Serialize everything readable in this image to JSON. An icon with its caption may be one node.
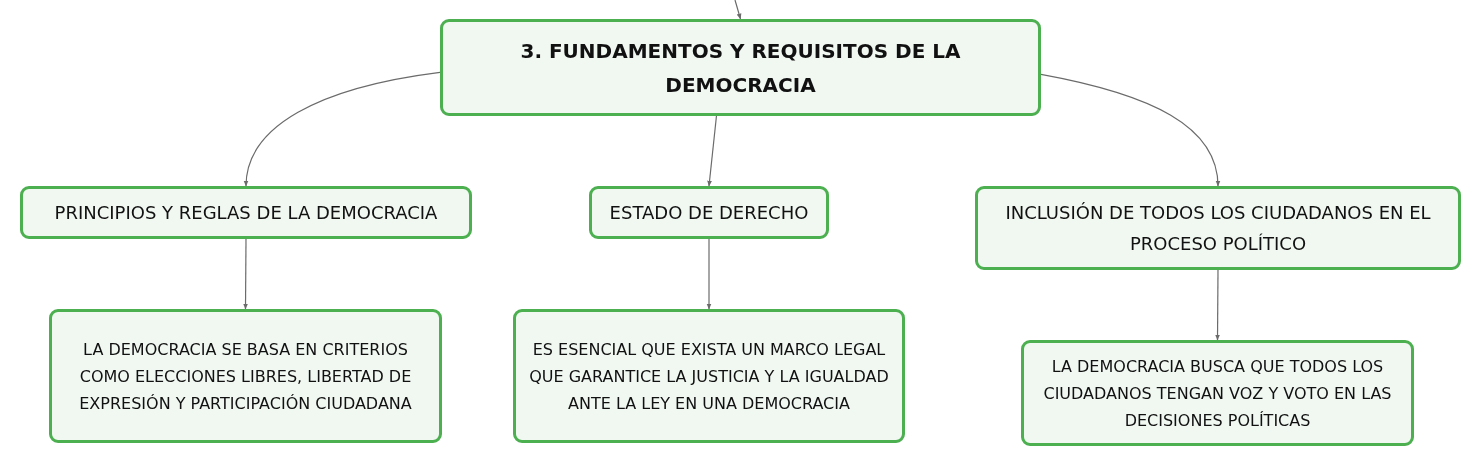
{
  "diagram": {
    "nodes": [
      {
        "text": [
          "3. FUNDAMENTOS Y REQUISITOS DE LA DEMOCRACIA"
        ]
      },
      {
        "text": [
          "PRINCIPIOS Y REGLAS DE LA DEMOCRACIA"
        ]
      },
      {
        "text": [
          "ESTADO DE DERECHO"
        ]
      },
      {
        "text": [
          "INCLUSIÓN DE TODOS LOS CIUDADANOS EN EL PROCESO POLÍTICO"
        ]
      },
      {
        "text": [
          "LA DEMOCRACIA SE BASA EN CRITERIOS COMO ELECCIONES LIBRES, LIBERTAD DE EXPRESIÓN Y PARTICIPACIÓN CIUDADANA"
        ]
      },
      {
        "text": [
          "ES ESENCIAL QUE EXISTA UN MARCO LEGAL QUE GARANTICE LA JUSTICIA Y LA IGUALDAD ANTE LA LEY EN UNA DEMOCRACIA"
        ]
      },
      {
        "text": [
          "LA DEMOCRACIA BUSCA QUE TODOS LOS CIUDADANOS TENGAN VOZ Y VOTO EN LAS DECISIONES POLÍTICAS"
        ]
      }
    ],
    "edges": [
      {
        "from": null,
        "to": 0,
        "arrow": "to"
      },
      {
        "from": 0,
        "to": 1,
        "arrow": "to"
      },
      {
        "from": 0,
        "to": 2,
        "arrow": "to"
      },
      {
        "from": 0,
        "to": 3,
        "arrow": "to"
      },
      {
        "from": 1,
        "to": 4,
        "arrow": "to"
      },
      {
        "from": 2,
        "to": 5,
        "arrow": "to"
      },
      {
        "from": 3,
        "to": 6,
        "arrow": "to"
      }
    ]
  }
}
